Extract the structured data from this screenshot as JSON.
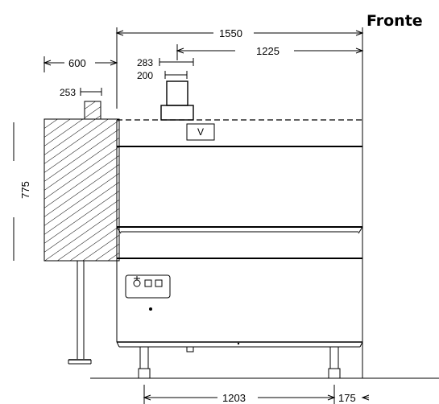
{
  "title": "Fronte",
  "valve_label": "V",
  "dimensions": {
    "total_width": "1550",
    "offset_width": "1225",
    "side_width": "600",
    "duct_outer": "283",
    "duct_inner": "200",
    "side_duct": "253",
    "height": "775",
    "bottom_width": "1203",
    "bottom_offset": "175"
  },
  "colors": {
    "line": "#000000",
    "background": "#ffffff"
  }
}
